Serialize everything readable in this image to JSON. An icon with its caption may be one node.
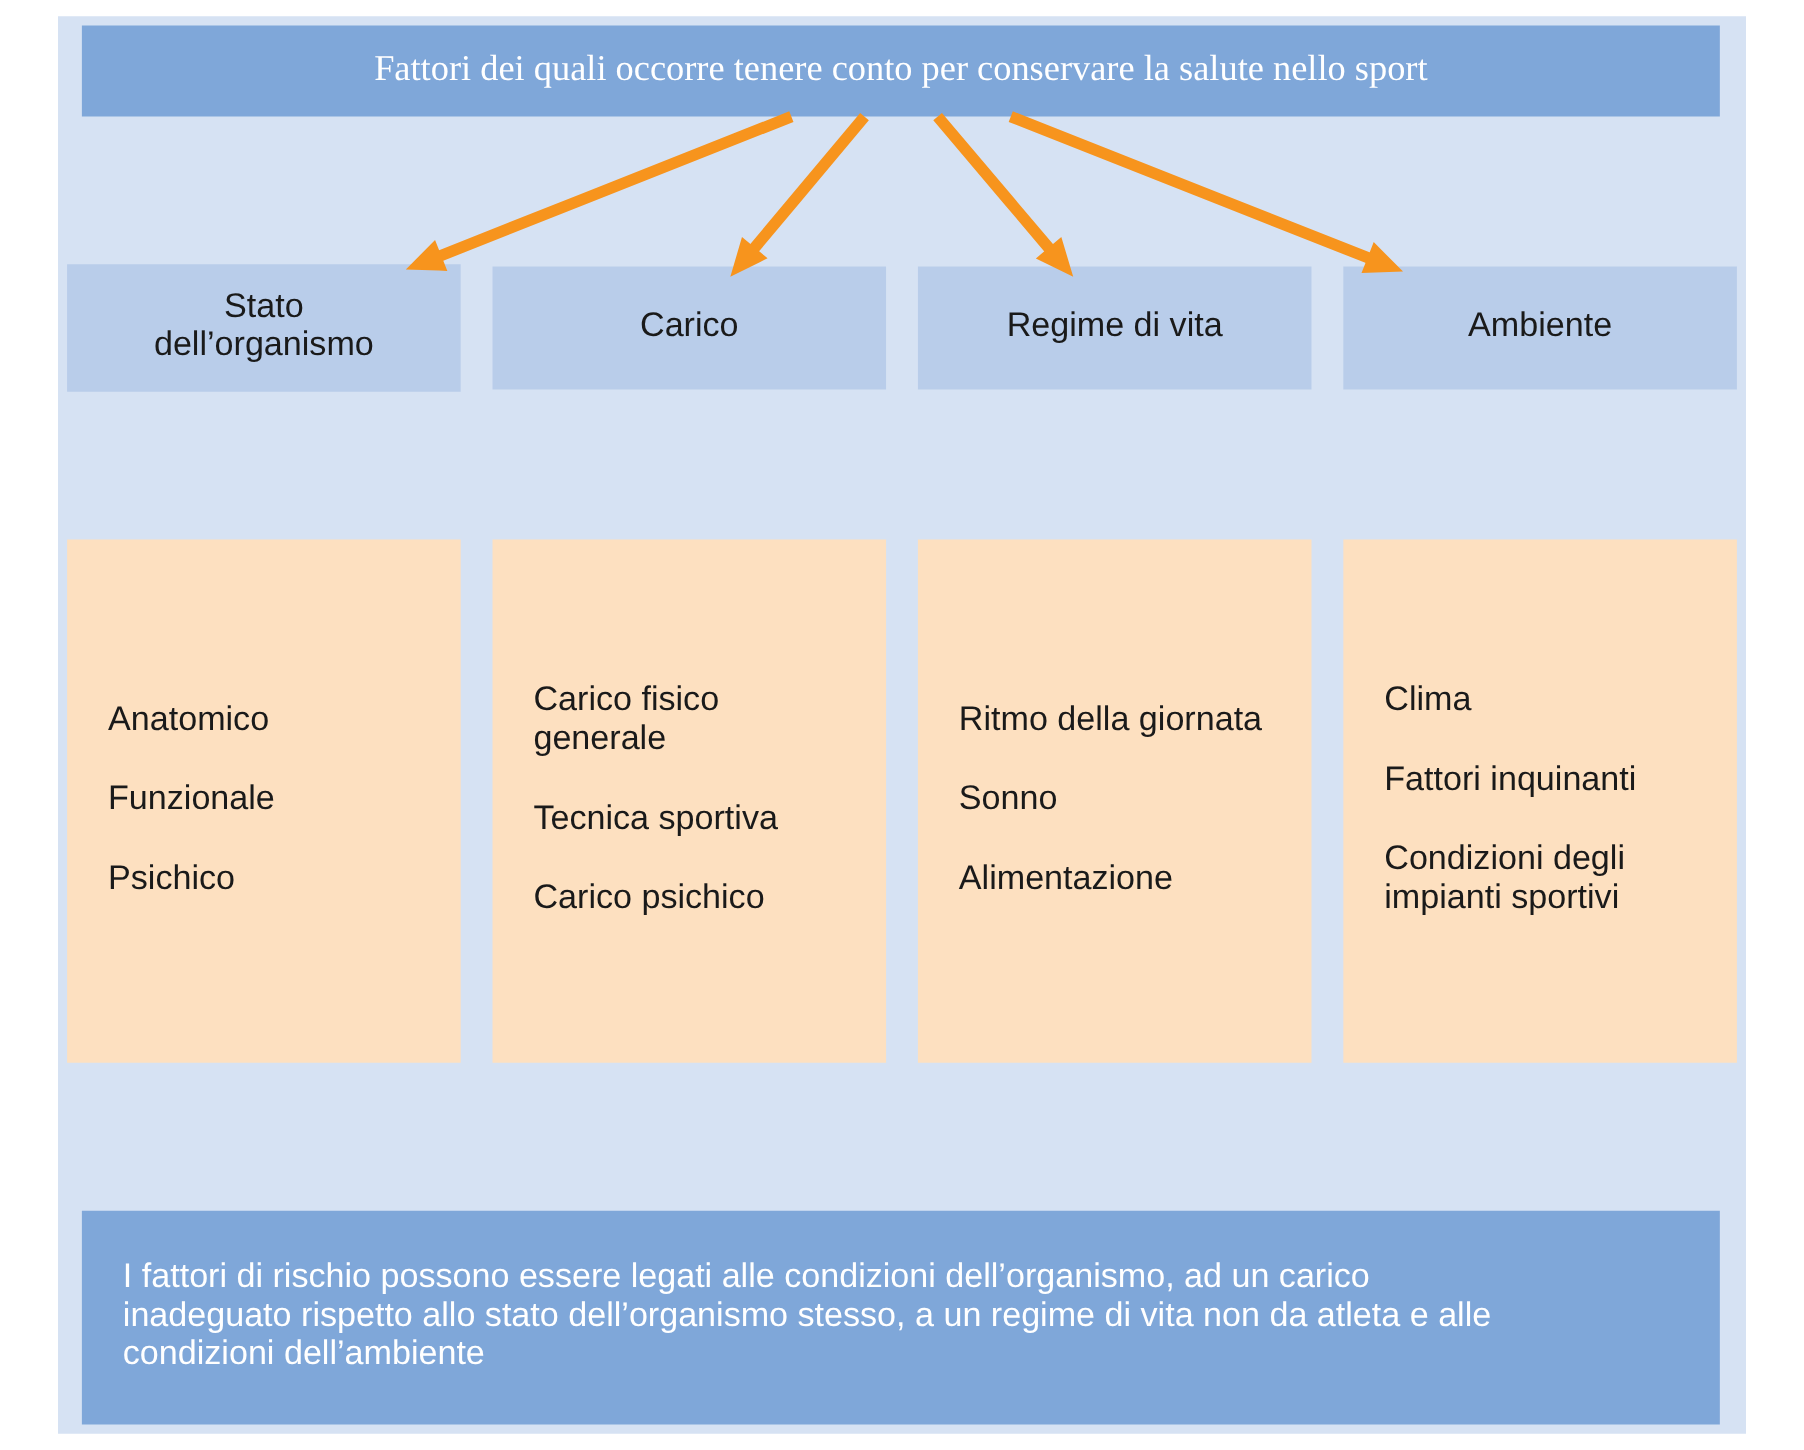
{
  "diagram": {
    "nodes": [
      {
        "text": [
          "Fattori dei quali occorre tenere conto per conservare la salute nello sport"
        ]
      },
      {
        "text": [
          "Stato dell’organismo"
        ]
      },
      {
        "text": [
          "Carico"
        ]
      },
      {
        "text": [
          "Regime di vita"
        ]
      },
      {
        "text": [
          "Ambiente"
        ]
      },
      {
        "text": [
          "Anatomico",
          "Funzionale",
          "Psichico"
        ]
      },
      {
        "text": [
          "Carico fisico generale",
          "Tecnica sportiva",
          "Carico psichico"
        ]
      },
      {
        "text": [
          "Ritmo della giornata",
          "Sonno",
          "Alimentazione"
        ]
      },
      {
        "text": [
          "Clima",
          "Fattori inquinanti",
          "Condizioni degli impianti sportivi"
        ]
      },
      {
        "text": [
          "I fattori di rischio possono essere legati alle condizioni dell’organismo, ad un carico inadeguato rispetto allo stato dell’organismo stesso, a un regime di vita non da atleta e alle condizioni dell’ambiente"
        ]
      }
    ],
    "edges": [
      {
        "from": 0,
        "to": 1,
        "arrow": "to"
      },
      {
        "from": 0,
        "to": 2,
        "arrow": "to"
      },
      {
        "from": 0,
        "to": 3,
        "arrow": "to"
      },
      {
        "from": 0,
        "to": 4,
        "arrow": "to"
      }
    ]
  }
}
